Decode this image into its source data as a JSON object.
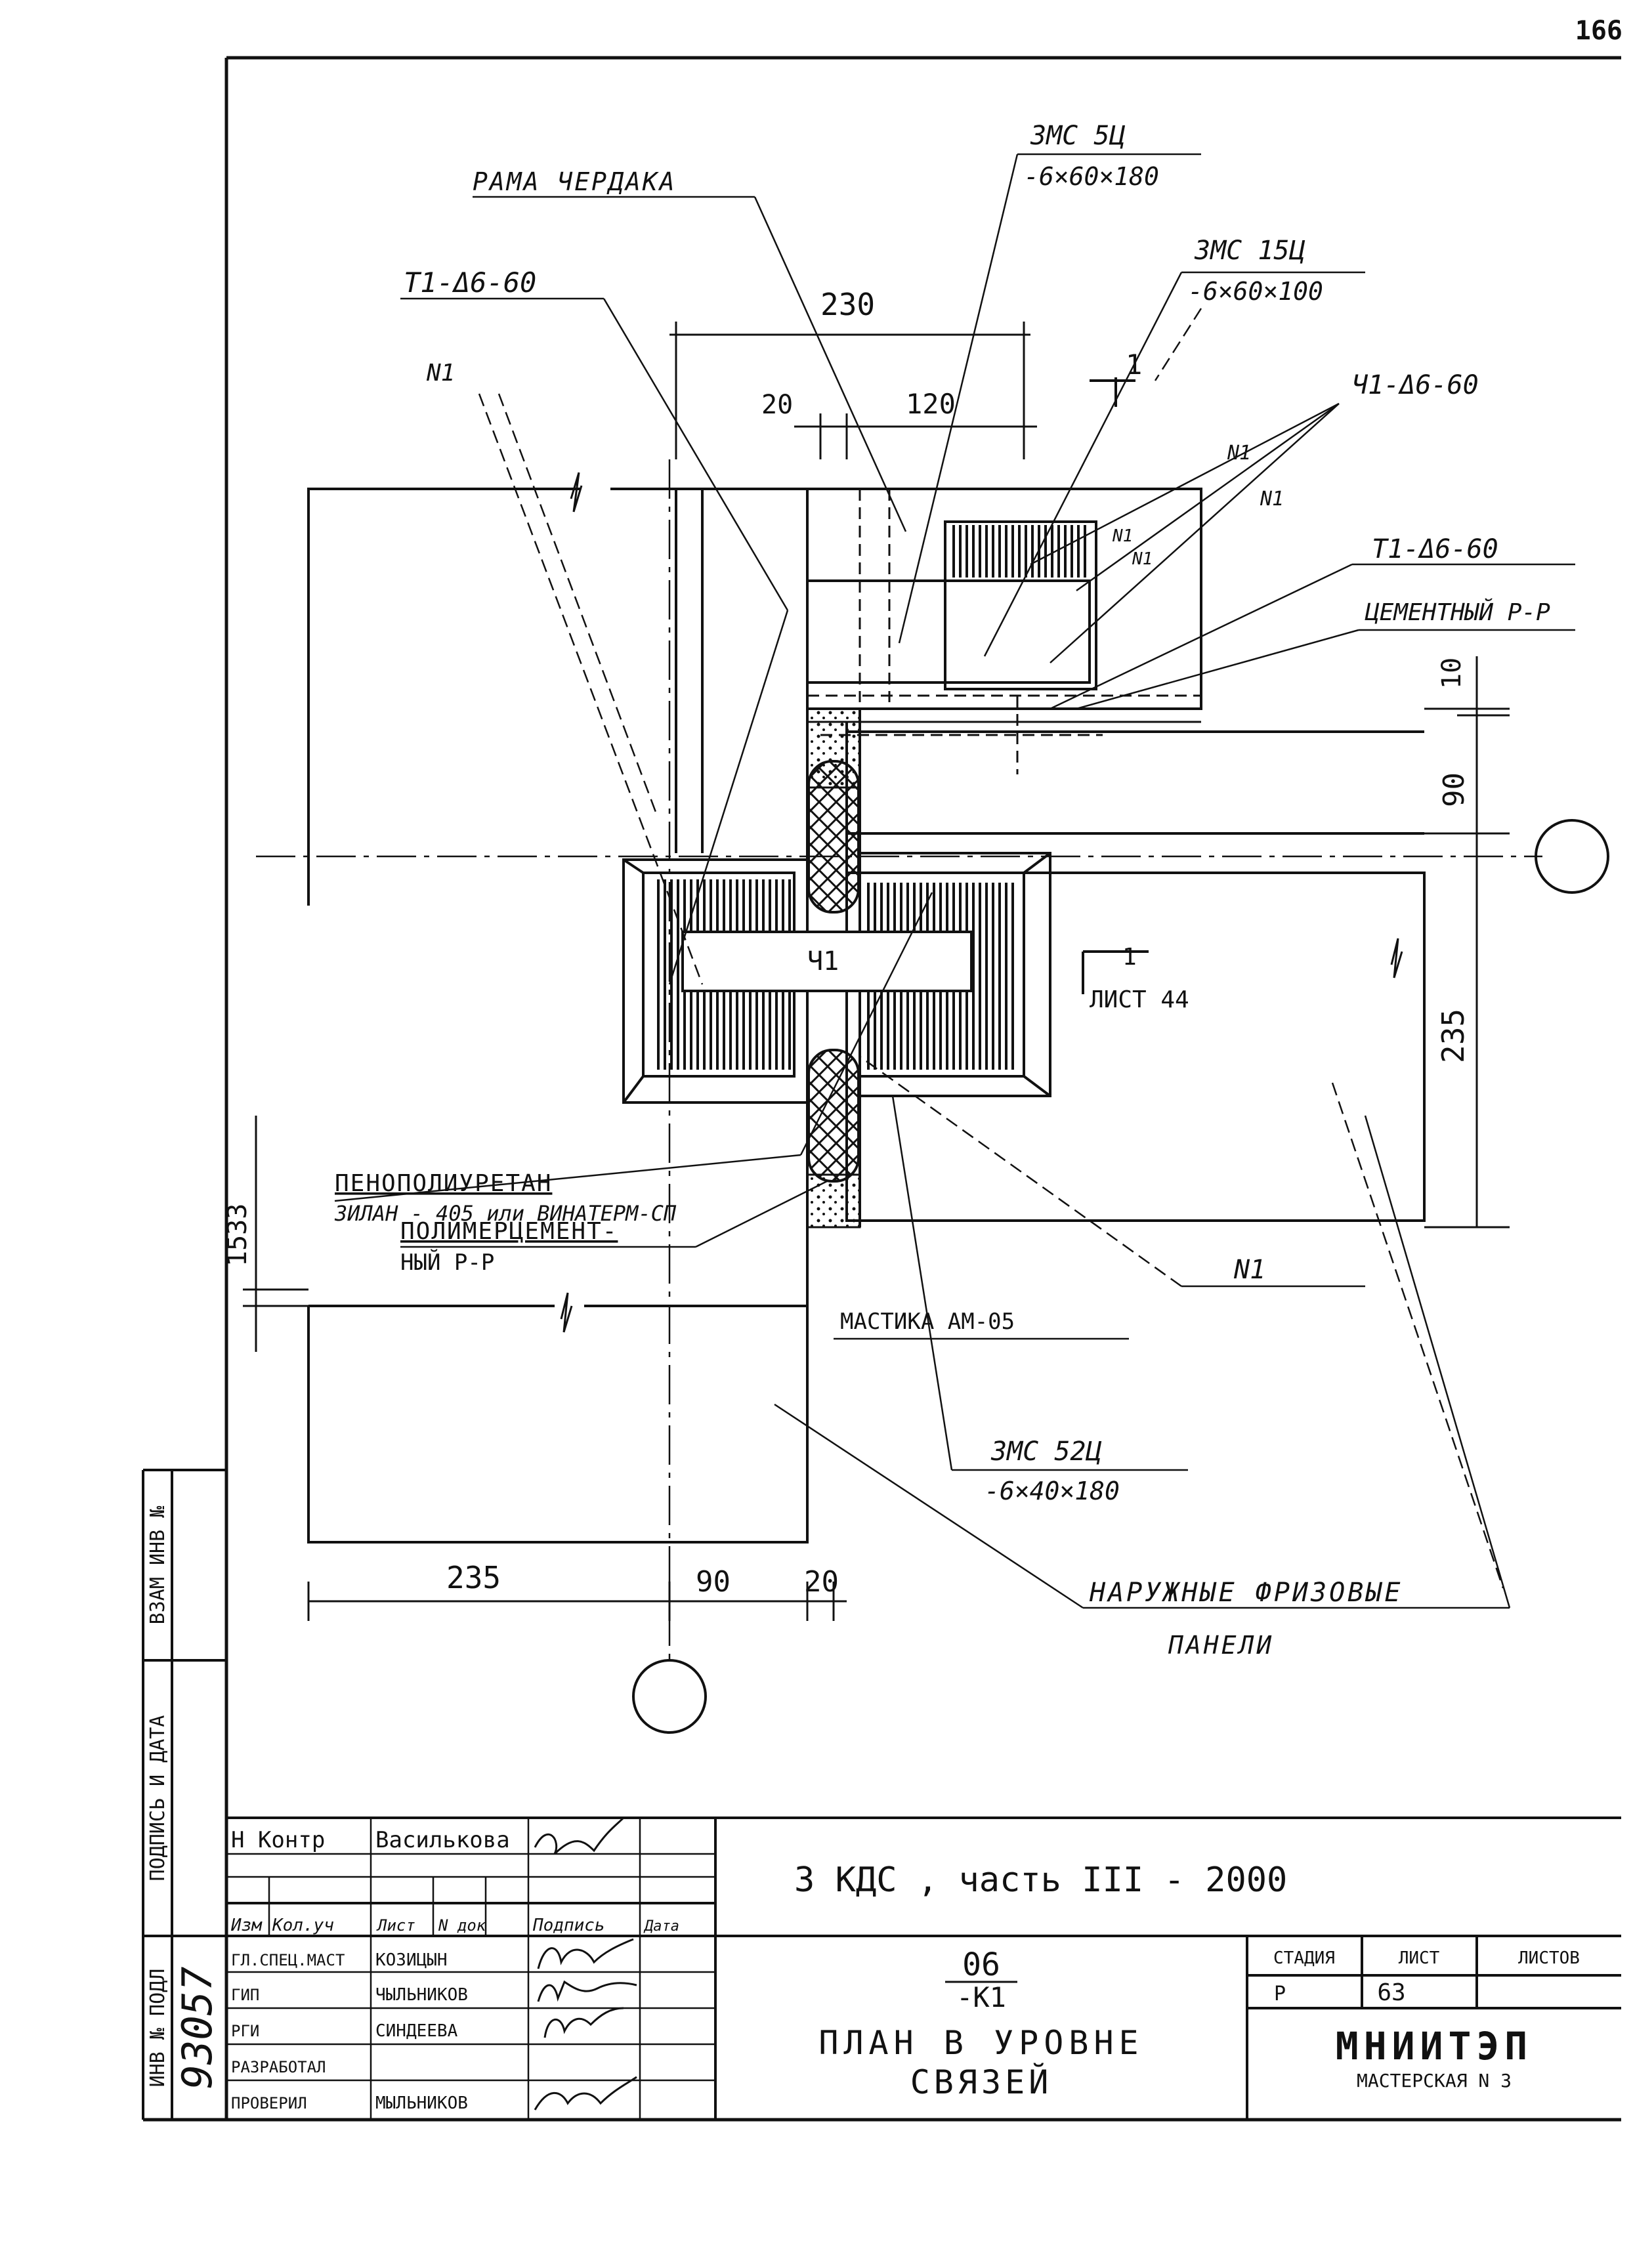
{
  "page_number": "166",
  "drawing": {
    "labels": {
      "rama_cherdaka": "РАМА ЧЕРДАКА",
      "zms5_name": "ЗМС 5Ц",
      "zms5_dim": "-6×60×180",
      "zms15_name": "ЗМС 15Ц",
      "zms15_dim": "-6×60×100",
      "t1_top_left": "Т1-Δ6-60",
      "n1_top_left": "N1",
      "ch1": "Ч1-Δ6-60",
      "n1_a": "N1",
      "n1_b": "N1",
      "n1_c": "N1",
      "n1_d": "N1",
      "t1_right": "Т1-Δ6-60",
      "cement": "ЦЕМЕНТНЫЙ Р-Р",
      "section_mark_top": "1",
      "section_mark_mid": "1",
      "list_ref": "ЛИСТ 44",
      "foam1": "ПЕНОПОЛИУРЕТАН",
      "foam2": "ЗИЛАН - 405 или ВИНАТЕРМ-СП",
      "polymer1": "ПОЛИМЕРЦЕМЕНТ-",
      "polymer2": "НЫЙ Р-Р",
      "n1_bottom": "N1",
      "mastic": "МАСТИКА АМ-05",
      "zms52_name": "ЗМС 52Ц",
      "zms52_dim": "-6×40×180",
      "panels1": "НАРУЖНЫЕ ФРИЗОВЫЕ",
      "panels2": "ПАНЕЛИ",
      "center_mark": "Ч1"
    },
    "dims": {
      "d230": "230",
      "d20_top": "20",
      "d120": "120",
      "d10": "10",
      "d90_right": "90",
      "d235_right": "235",
      "d1533": "1533",
      "d235_bottom": "235",
      "d90_bottom": "90",
      "d20_bottom": "20"
    }
  },
  "side_stamp": {
    "inv_podl": "ИНВ № ПОДЛ",
    "signature_date": "ПОДПИСЬ И ДАТА",
    "vzam_inv": "ВЗАМ ИНВ №",
    "inv_number": "93057"
  },
  "title_block": {
    "norm_control": "Н Контр",
    "norm_control_name": "Василькова",
    "col_headers": [
      "Изм",
      "Кол.уч",
      "Лист",
      "N док",
      "Подпись",
      "Дата"
    ],
    "roles": [
      {
        "role": "ГЛ.СПЕЦ.МАСТ",
        "name": "КОЗИЦЫН"
      },
      {
        "role": "ГИП",
        "name": "ЧЫЛЬНИКОВ"
      },
      {
        "role": "РГИ",
        "name": "СИНДЕЕВА"
      },
      {
        "role": "РАЗРАБОТАЛ",
        "name": ""
      },
      {
        "role": "ПРОВЕРИЛ",
        "name": "МЫЛЬНИКОВ"
      }
    ],
    "project_title": "3 КДС , часть III - 2000",
    "doc_code_top": "06",
    "doc_code_bottom": "-К1",
    "sheet_title_1": "ПЛАН В УРОВНЕ",
    "sheet_title_2": "СВЯЗЕЙ",
    "stage_label": "СТАДИЯ",
    "sheet_label": "ЛИСТ",
    "sheets_label": "ЛИСТОВ",
    "stage_value": "Р",
    "sheet_value": "63",
    "sheets_value": "",
    "org_name": "МНИИТЭП",
    "org_sub": "МАСТЕРСКАЯ N 3"
  }
}
